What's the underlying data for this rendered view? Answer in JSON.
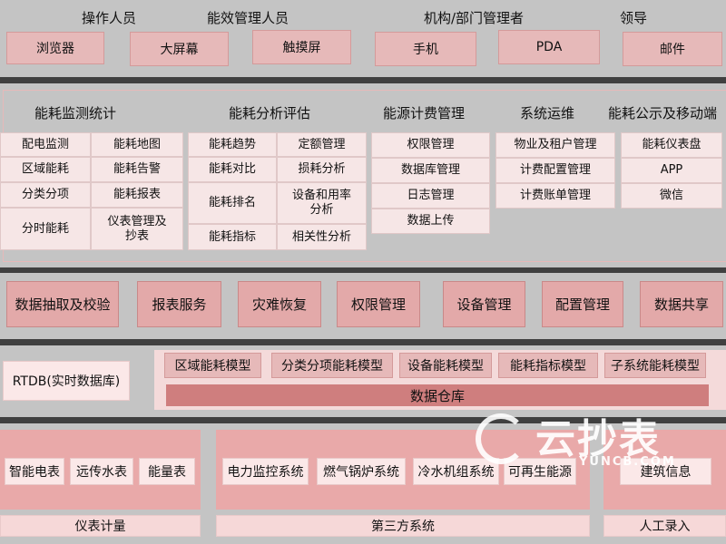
{
  "users": {
    "roles": [
      "操作人员",
      "能效管理人员",
      "机构/部门管理者",
      "领导"
    ],
    "devices": [
      "浏览器",
      "大屏幕",
      "触摸屏",
      "手机",
      "PDA",
      "邮件"
    ]
  },
  "apps": {
    "headers": [
      "能耗监测统计",
      "能耗分析评估",
      "能源计费管理",
      "系统运维",
      "能耗公示及移动端"
    ],
    "monitoring": [
      "配电监测",
      "能耗地图",
      "区域能耗",
      "能耗告警",
      "分类分项",
      "能耗报表",
      "分时能耗",
      "仪表管理及抄表"
    ],
    "analysis": [
      "能耗趋势",
      "定额管理",
      "能耗对比",
      "损耗分析",
      "能耗排名",
      "设备和用率分析",
      "能耗指标",
      "相关性分析"
    ],
    "billing": [
      "权限管理",
      "数据库管理",
      "日志管理",
      "数据上传"
    ],
    "ops": [
      "物业及租户管理",
      "计费配置管理",
      "计费账单管理"
    ],
    "publish": [
      "能耗仪表盘",
      "APP",
      "微信"
    ]
  },
  "services": [
    "数据抽取及校验",
    "报表服务",
    "灾难恢复",
    "权限管理",
    "设备管理",
    "配置管理",
    "数据共享"
  ],
  "data_layer": {
    "rtdb": "RTDB(实时数据库)",
    "models": [
      "区域能耗模型",
      "分类分项能耗模型",
      "设备能耗模型",
      "能耗指标模型",
      "子系统能耗模型"
    ],
    "warehouse": "数据仓库"
  },
  "acquisition": {
    "meters": [
      "智能电表",
      "远传水表",
      "能量表"
    ],
    "meters_label": "仪表计量",
    "systems": [
      "电力监控系统",
      "燃气锅炉系统",
      "冷水机组系统",
      "可再生能源"
    ],
    "systems_label": "第三方系统",
    "manual": [
      "建筑信息"
    ],
    "manual_label": "人工录入"
  },
  "watermark": {
    "brand": "云抄表",
    "url": "YUNCB.COM"
  }
}
